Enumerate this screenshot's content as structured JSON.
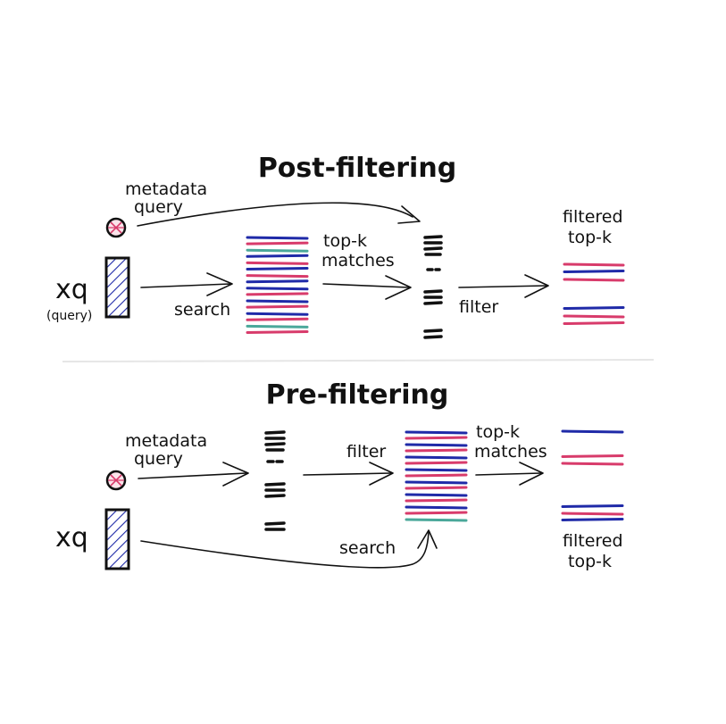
{
  "colors": {
    "blue": "#1f2aa8",
    "pink": "#d83b6b",
    "teal": "#4aa89a",
    "ink": "#111111",
    "divider": "#e6e6e6"
  },
  "post": {
    "title": "Post-filtering",
    "metadata_line1": "metadata",
    "metadata_line2": "query",
    "xq": "xq",
    "query_note": "(query)",
    "search": "search",
    "topk_line1": "top-k",
    "topk_line2": "matches",
    "filter": "filter",
    "filtered_line1": "filtered",
    "filtered_line2": "top-k",
    "candidates": [
      "blue",
      "pink",
      "teal",
      "blue",
      "pink",
      "blue",
      "pink",
      "blue",
      "blue",
      "pink",
      "blue",
      "pink",
      "blue",
      "pink",
      "teal",
      "pink"
    ],
    "results": [
      "pink",
      "blue",
      "pink",
      "blue",
      "pink",
      "pink"
    ]
  },
  "pre": {
    "title": "Pre-filtering",
    "metadata_line1": "metadata",
    "metadata_line2": "query",
    "xq": "xq",
    "filter": "filter",
    "search": "search",
    "topk_line1": "top-k",
    "topk_line2": "matches",
    "filtered_line1": "filtered",
    "filtered_line2": "top-k",
    "candidates": [
      "blue",
      "pink",
      "blue",
      "pink",
      "blue",
      "pink",
      "blue",
      "pink",
      "blue",
      "pink",
      "blue",
      "pink",
      "blue",
      "pink",
      "teal"
    ],
    "results": [
      "blue",
      "pink",
      "pink",
      "blue",
      "pink",
      "blue"
    ]
  }
}
